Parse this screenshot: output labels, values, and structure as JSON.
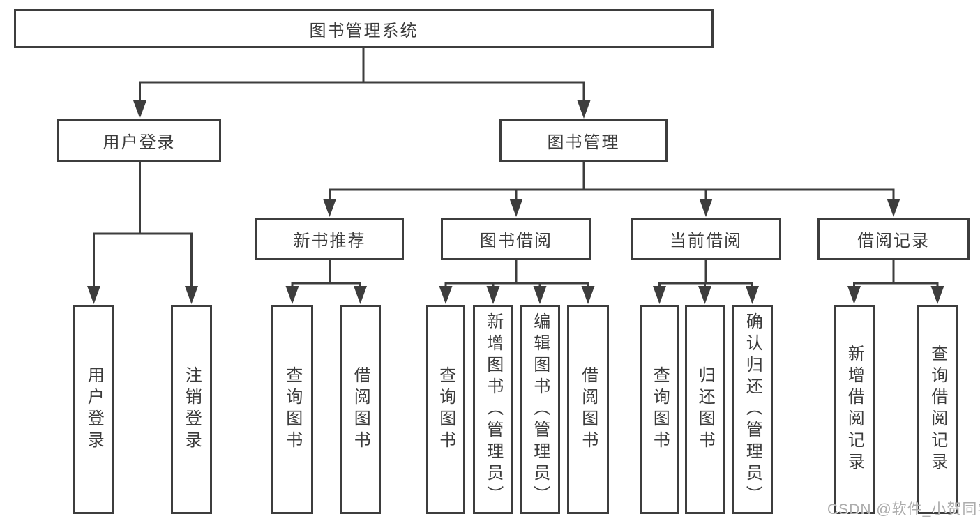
{
  "diagram": {
    "root": {
      "label": "图书管理系统"
    },
    "level2": [
      {
        "label": "用户登录",
        "parent": "图书管理系统"
      },
      {
        "label": "图书管理",
        "parent": "图书管理系统"
      }
    ],
    "level3": [
      {
        "label": "新书推荐",
        "parent": "图书管理"
      },
      {
        "label": "图书借阅",
        "parent": "图书管理"
      },
      {
        "label": "当前借阅",
        "parent": "图书管理"
      },
      {
        "label": "借阅记录",
        "parent": "图书管理"
      }
    ],
    "leaves": [
      {
        "label": "用户登录",
        "parent": "用户登录"
      },
      {
        "label": "注销登录",
        "parent": "用户登录"
      },
      {
        "label": "查询图书",
        "parent": "新书推荐"
      },
      {
        "label": "借阅图书",
        "parent": "新书推荐"
      },
      {
        "label": "查询图书",
        "parent": "图书借阅"
      },
      {
        "label": "新增图书（管理员）",
        "parent": "图书借阅"
      },
      {
        "label": "编辑图书（管理员）",
        "parent": "图书借阅"
      },
      {
        "label": "借阅图书",
        "parent": "图书借阅"
      },
      {
        "label": "查询图书",
        "parent": "当前借阅"
      },
      {
        "label": "归还图书",
        "parent": "当前借阅"
      },
      {
        "label": "确认归还（管理员）",
        "parent": "当前借阅"
      },
      {
        "label": "新增借阅记录",
        "parent": "借阅记录"
      },
      {
        "label": "查询借阅记录",
        "parent": "借阅记录"
      }
    ],
    "colors": {
      "line": "#3d3d3d",
      "text": "#3b3b3b",
      "box_background": "#ffffff",
      "page_background": "#ffffff",
      "watermark": "#a8a8a8"
    }
  },
  "watermark": {
    "text": "CSDN @软件_小贺同学"
  }
}
